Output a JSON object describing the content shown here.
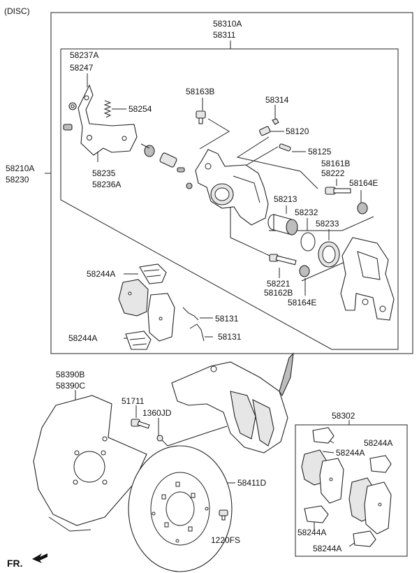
{
  "header": {
    "variant": "(DISC)"
  },
  "callouts": {
    "p58310": [
      "58310A",
      "58311"
    ],
    "p58237": [
      "58237A",
      "58247"
    ],
    "p58254": "58254",
    "p58163": "58163B",
    "p58314": "58314",
    "p58120": "58120",
    "p58125": "58125",
    "p58161": [
      "58161B",
      "58222"
    ],
    "p58164e_top": "58164E",
    "p58210": [
      "58210A",
      "58230"
    ],
    "p58235": [
      "58235",
      "58236A"
    ],
    "p58213": "58213",
    "p58232": "58232",
    "p58233": "58233",
    "p58244a_1": "58244A",
    "p58221": [
      "58221",
      "58162B"
    ],
    "p58164e_bot": "58164E",
    "p58131_1": "58131",
    "p58244a_2": "58244A",
    "p58131_2": "58131",
    "p58390": [
      "58390B",
      "58390C"
    ],
    "p51711": "51711",
    "p1360": "1360JD",
    "p58302": "58302",
    "p58244a_3": "58244A",
    "p58244a_4": "58244A",
    "p58411": "58411D",
    "p1220": "1220FS",
    "p58244a_5": "58244A",
    "p58244a_6": "58244A"
  },
  "footer": {
    "direction_label": "FR."
  }
}
